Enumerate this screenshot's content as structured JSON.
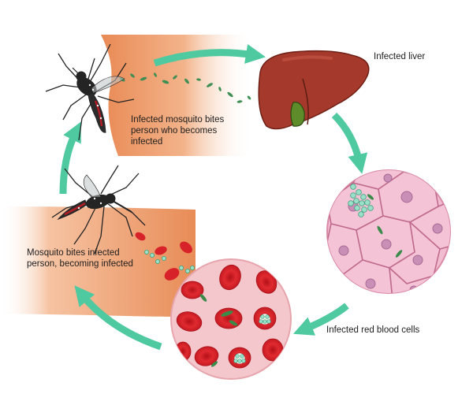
{
  "labels": {
    "mosquito_bites_infected_person": "Infected mosquito bites person who becomes infected",
    "infected_liver": "Infected liver",
    "mosquito_bites_to_become_infected": "Mosquito bites infected person, becoming infected",
    "infected_red_blood_cells": "Infected red blood cells"
  },
  "colors": {
    "arrow": "#4fc9a0",
    "skin": "#f0a070",
    "liver": "#a8392e",
    "gallbladder": "#5e8c2a",
    "liver_tissue": "#f2bcd0",
    "blood_bg": "#f4c7cc",
    "red_cell": "#d8222a",
    "parasite": "#3a8a4a",
    "merozoite": "#9ae0c8",
    "mosquito": "#262626"
  },
  "cycle_direction": "clockwise"
}
